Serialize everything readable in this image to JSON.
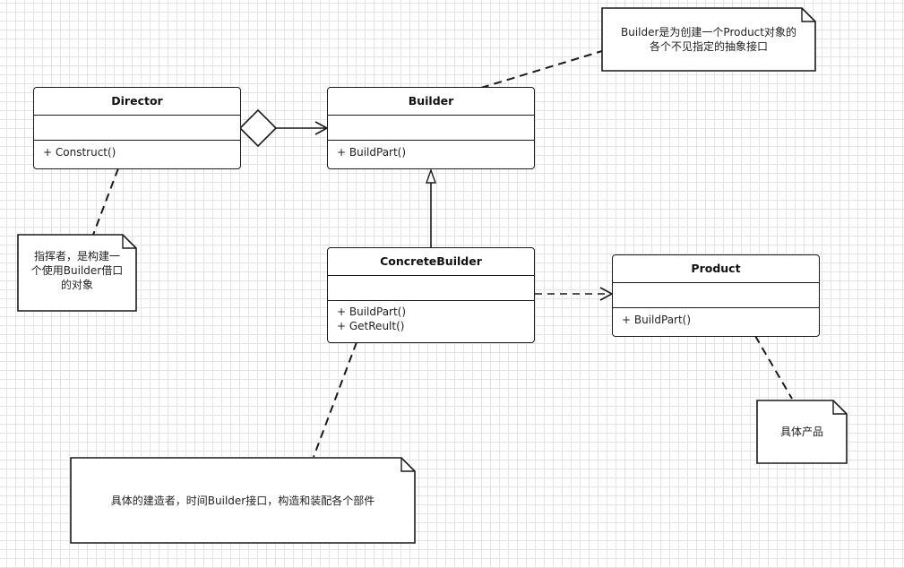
{
  "classes": {
    "director": {
      "name": "Director",
      "ops": [
        "+ Construct()"
      ]
    },
    "builder": {
      "name": "Builder",
      "ops": [
        "+ BuildPart()"
      ]
    },
    "concrete_builder": {
      "name": "ConcreteBuilder",
      "ops": [
        "+ BuildPart()",
        "+ GetReult()"
      ]
    },
    "product": {
      "name": "Product",
      "ops": [
        "+ BuildPart()"
      ]
    }
  },
  "notes": {
    "builder_note": [
      "Builder是为创建一个Product对象的",
      "各个不见指定的抽象接口"
    ],
    "director_note": [
      "指挥者，是构建一",
      "个使用Builder借口",
      "的对象"
    ],
    "concrete_note": [
      "具体的建造者，时间Builder接口，构造和装配各个部件"
    ],
    "product_note": [
      "具体产品"
    ]
  },
  "colors": {
    "line": "#1a1a1a",
    "grid": "#e4e4e4",
    "background": "#ffffff"
  }
}
